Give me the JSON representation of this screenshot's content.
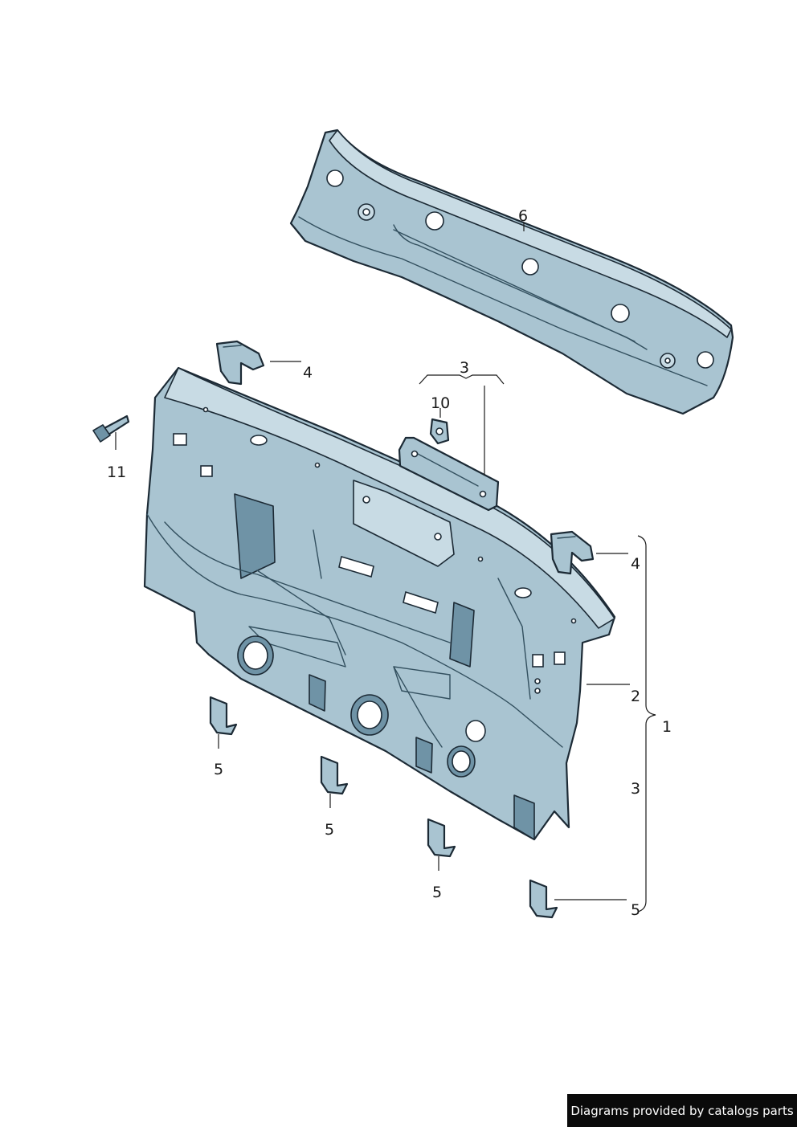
{
  "callouts": {
    "c6": "6",
    "c4a": "4",
    "c3a": "3",
    "c10": "10",
    "c11": "11",
    "c4b": "4",
    "c2": "2",
    "c1": "1",
    "c3b": "3",
    "c5a": "5",
    "c5b": "5",
    "c5c": "5",
    "c5d": "5"
  },
  "credit": "Diagrams provided by catalogs parts",
  "colors": {
    "part_fill": "#a9c4d1",
    "part_outline": "#1c2a35",
    "credit_bg": "#0a0a0a"
  }
}
